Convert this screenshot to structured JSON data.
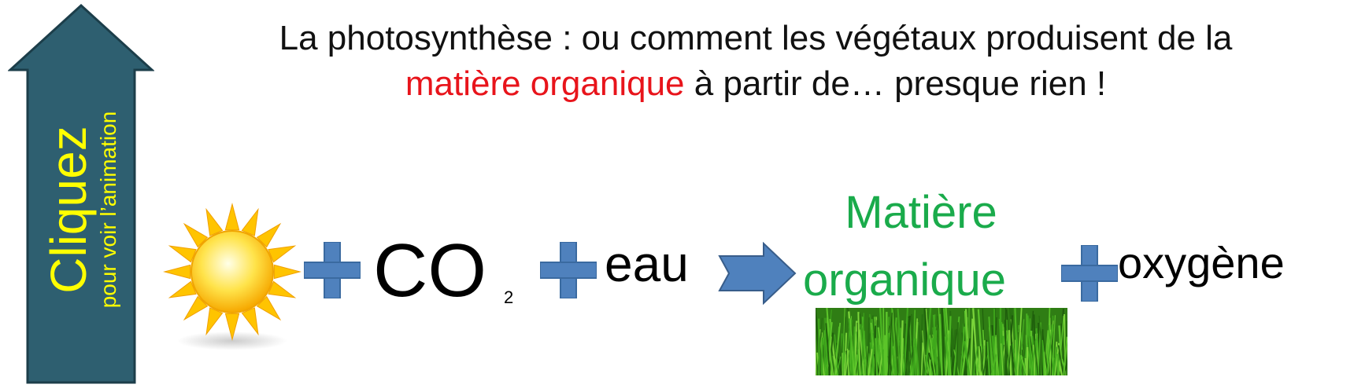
{
  "title": {
    "line1": "La photosynthèse : ou comment les végétaux produisent de la",
    "highlight": "matière organique",
    "line2_rest": " à partir de… presque rien !"
  },
  "cta": {
    "main": "Cliquez",
    "sub": "pour voir l’animation",
    "bg_color": "#2e5f70",
    "text_color": "#ffff00"
  },
  "equation": {
    "sun_icon": "sun-icon",
    "co2_main": "CO",
    "co2_sub": "2",
    "water": "eau",
    "arrow_icon": "right-arrow-icon",
    "product_line1": "Matière",
    "product_line2": "organique",
    "grass_icon": "grass-image",
    "oxygen": "oxygène",
    "plus_color": "#4f81bd",
    "product_color": "#1aab4b"
  }
}
